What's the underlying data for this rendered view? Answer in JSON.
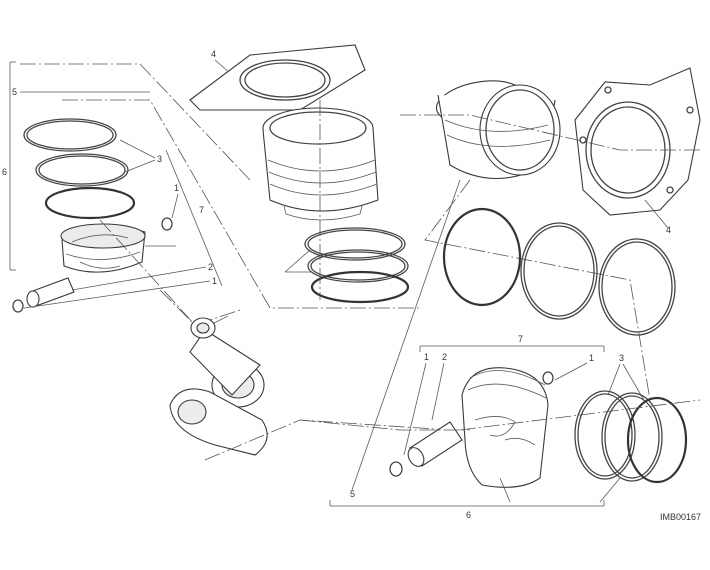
{
  "labels": {
    "l1a": "1",
    "l1b": "1",
    "l1c": "1",
    "l2a": "2",
    "l2b": "2",
    "l3a": "3",
    "l3b": "3",
    "l4a": "4",
    "l4b": "4",
    "l5a": "5",
    "l5b": "5",
    "l6a": "6",
    "l6b": "6",
    "l7a": "7",
    "l7b": "7"
  },
  "drawing_code": "IMB00167"
}
